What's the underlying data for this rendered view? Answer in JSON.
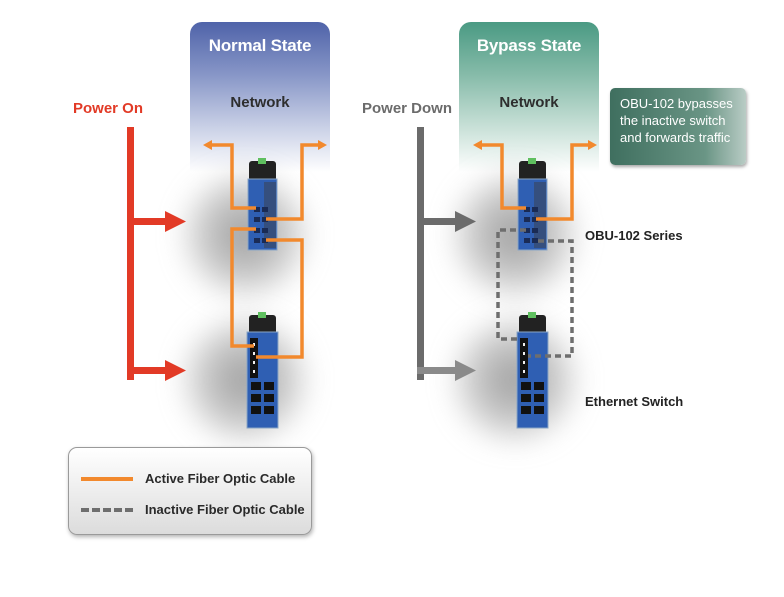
{
  "colors": {
    "active_cable": "#f2892d",
    "inactive_cable": "#6e6e6e",
    "power_on": "#e23a26",
    "power_down": "#6b6b6b",
    "normal_state": "#4f63a9",
    "bypass_state": "#4a9a83",
    "info_box": "#3f6f5f",
    "device_body": "#2f5fb3"
  },
  "normal": {
    "title": "Normal State",
    "network": "Network",
    "power_label": "Power On"
  },
  "bypass": {
    "title": "Bypass State",
    "network": "Network",
    "power_label": "Power Down",
    "info_lines": [
      "OBU-102 bypasses",
      "the inactive switch",
      "and forwards traffic"
    ]
  },
  "devices": {
    "obu": "OBU-102 Series",
    "switch": "Ethernet Switch"
  },
  "legend": {
    "active": "Active Fiber Optic Cable",
    "inactive": "Inactive Fiber Optic Cable"
  },
  "icons": {
    "power_arrow": "right-arrow",
    "network_arrow": "network-arrow",
    "obu_device": "fiber-bypass-device",
    "switch_device": "ethernet-switch-device"
  }
}
